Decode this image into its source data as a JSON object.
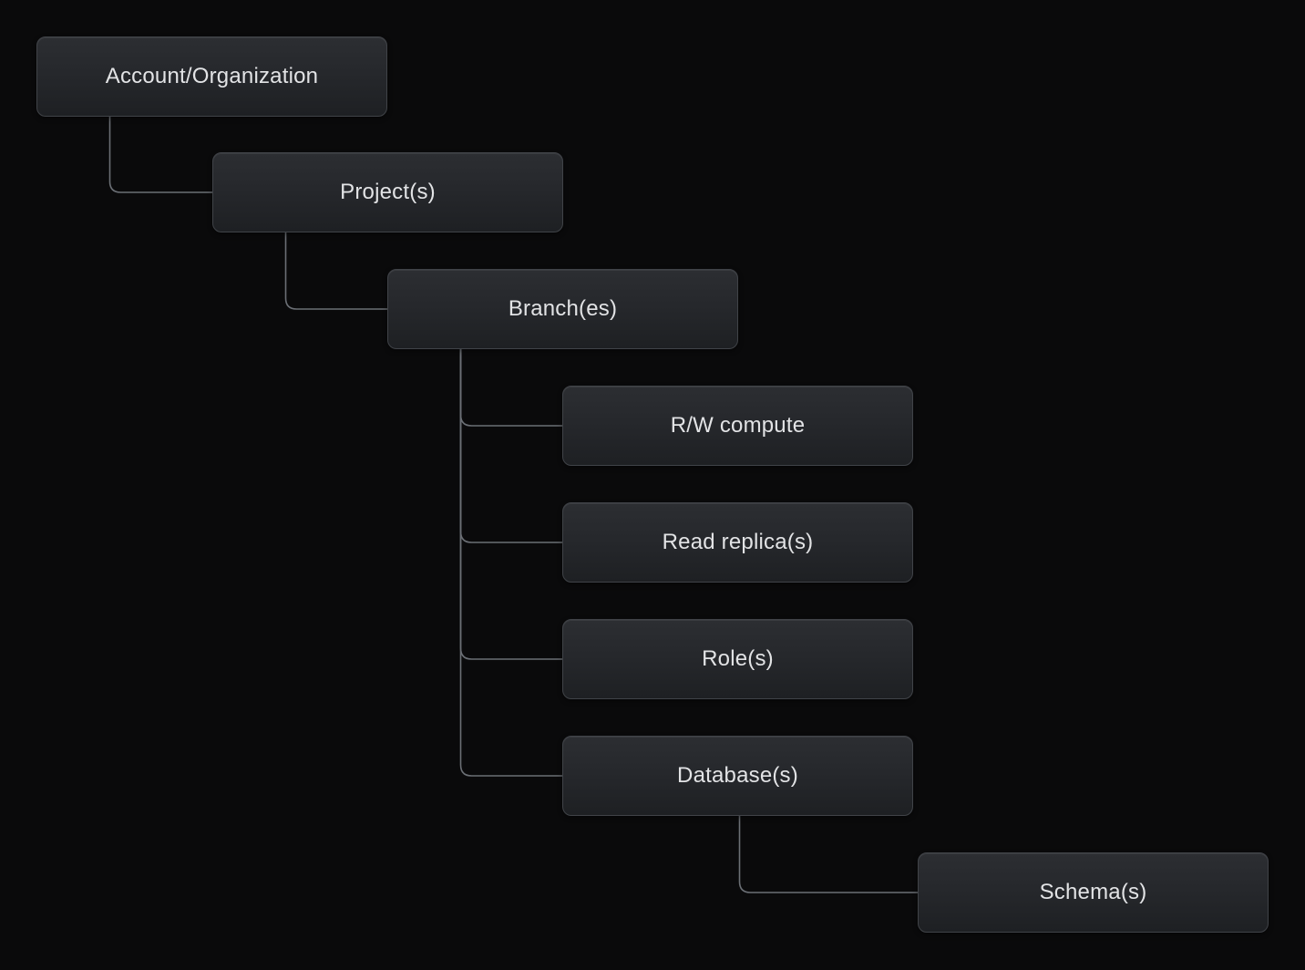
{
  "diagram": {
    "type": "hierarchy-tree",
    "description": "Object hierarchy diagram on dark background",
    "nodes": [
      {
        "id": "account",
        "label": "Account/Organization",
        "parent": null
      },
      {
        "id": "project",
        "label": "Project(s)",
        "parent": "account"
      },
      {
        "id": "branch",
        "label": "Branch(es)",
        "parent": "project"
      },
      {
        "id": "rw-compute",
        "label": "R/W compute",
        "parent": "branch"
      },
      {
        "id": "read-replica",
        "label": "Read replica(s)",
        "parent": "branch"
      },
      {
        "id": "role",
        "label": "Role(s)",
        "parent": "branch"
      },
      {
        "id": "database",
        "label": "Database(s)",
        "parent": "branch"
      },
      {
        "id": "schema",
        "label": "Schema(s)",
        "parent": "database"
      }
    ],
    "colors": {
      "background": "#0a0a0b",
      "node_fill_top": "#2c2e32",
      "node_fill_bottom": "#1e2023",
      "node_border": "#404348",
      "node_text": "#e2e3e5",
      "connector": "#6b6f75"
    }
  }
}
